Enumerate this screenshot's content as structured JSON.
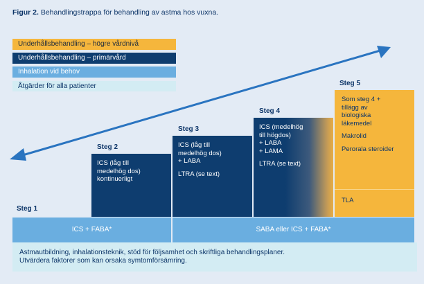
{
  "title": {
    "label": "Figur 2.",
    "text": "Behandlingstrappa för behandling av astma hos vuxna."
  },
  "legend": [
    {
      "label": "Underhållsbehandling – högre vårdnivå",
      "color": "#f5b63c"
    },
    {
      "label": "Underhållsbehandling – primärvård",
      "color": "#0e3d6f"
    },
    {
      "label": "Inhalation vid behov",
      "color": "#6aaee0"
    },
    {
      "label": "Åtgärder för alla patienter",
      "color": "#d3ecf3"
    }
  ],
  "steps": [
    {
      "label": "Steg 1"
    },
    {
      "label": "Steg 2",
      "lines": [
        "ICS (låg till",
        "medelhög dos)",
        "kontinuerligt"
      ]
    },
    {
      "label": "Steg 3",
      "lines": [
        "ICS (låg till",
        "medelhög dos)",
        "+ LABA",
        "",
        "LTRA (se text)"
      ]
    },
    {
      "label": "Steg 4",
      "lines": [
        "ICS (medelhög",
        "till högdos)",
        "+ LABA",
        "+ LAMA",
        "",
        "LTRA (se text)"
      ]
    },
    {
      "label": "Steg 5",
      "lines": [
        "Som steg 4 +",
        "tillägg av",
        "biologiska",
        "läkemedel",
        "",
        "Makrolid",
        "",
        "Perorala steroider"
      ],
      "bottom": "TLA"
    }
  ],
  "base": {
    "left": "ICS + FABA*",
    "right": "SABA eller ICS + FABA*"
  },
  "footer": {
    "lines": [
      "Astmautbildning, inhalationsteknik, stöd för följsamhet och skriftliga behandlingsplaner.",
      "Utvärdera faktorer som kan orsaka symtomförsämring."
    ]
  },
  "colors": {
    "background": "#e3ebf5",
    "dark_blue": "#0e3d6f",
    "light_blue": "#6aaee0",
    "pale_blue": "#d3ecf3",
    "orange": "#f5b63c",
    "arrow": "#2a74c0"
  },
  "icons": {
    "arrow": "double-headed-diagonal-arrow"
  }
}
